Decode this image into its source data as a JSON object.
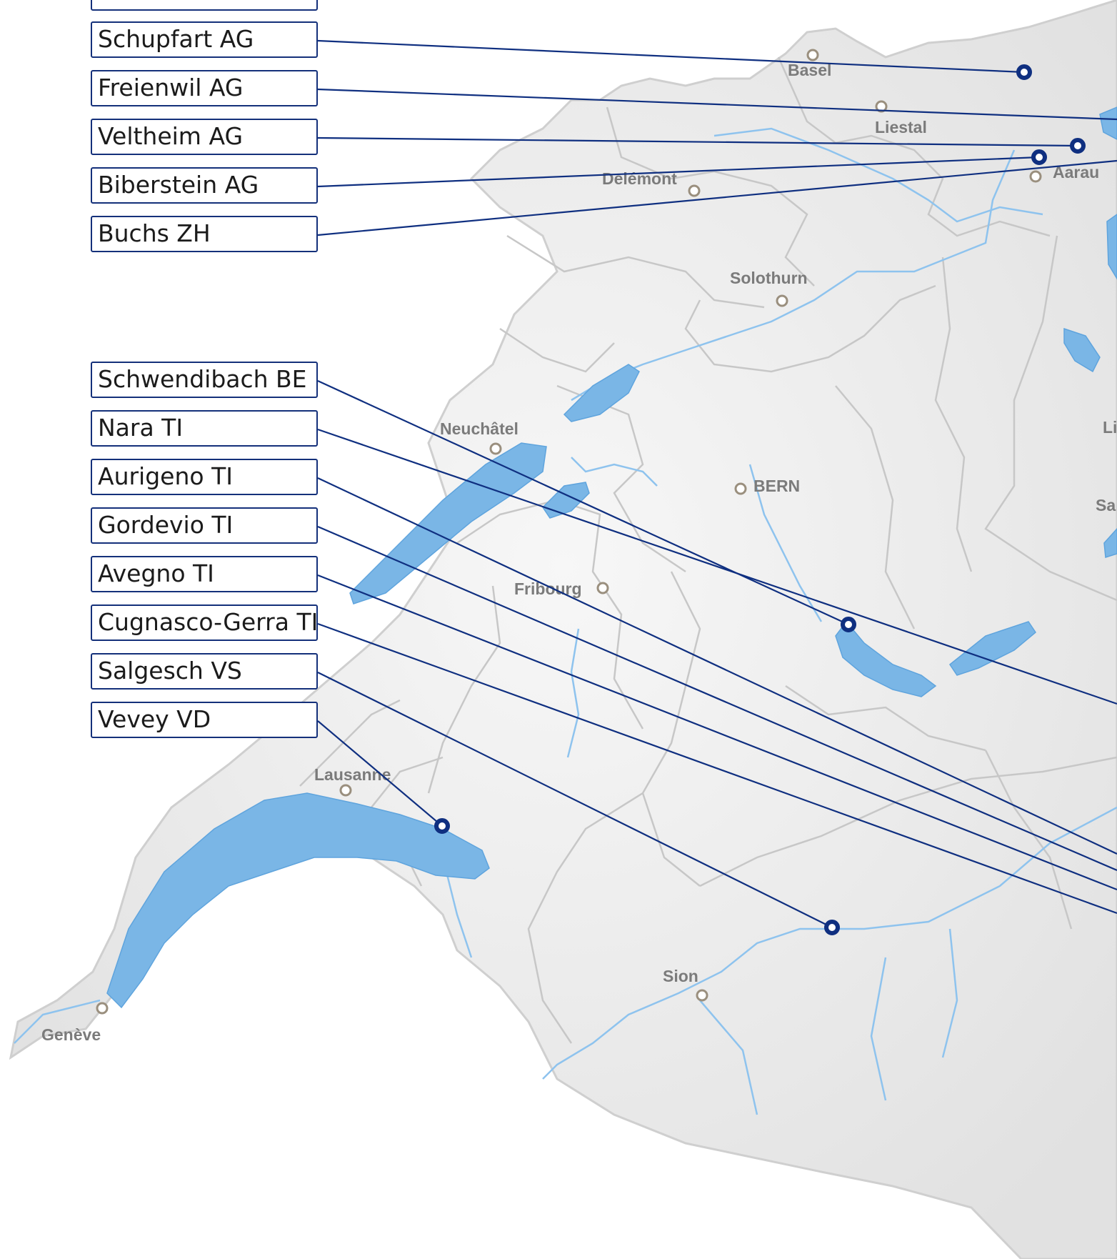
{
  "map": {
    "cities": [
      {
        "name": "Basel"
      },
      {
        "name": "Liestal"
      },
      {
        "name": "Delémont"
      },
      {
        "name": "Aarau"
      },
      {
        "name": "Solothurn"
      },
      {
        "name": "Neuchâtel"
      },
      {
        "name": "BERN"
      },
      {
        "name": "Fribourg"
      },
      {
        "name": "Lausanne"
      },
      {
        "name": "Sion"
      },
      {
        "name": "Genève"
      },
      {
        "name": "Li"
      },
      {
        "name": "Sa"
      }
    ]
  },
  "locations": [
    {
      "name": "Schupfart AG"
    },
    {
      "name": "Freienwil AG"
    },
    {
      "name": "Veltheim AG"
    },
    {
      "name": "Biberstein AG"
    },
    {
      "name": "Buchs ZH"
    },
    {
      "name": "Schwendibach BE"
    },
    {
      "name": "Nara TI"
    },
    {
      "name": "Aurigeno TI"
    },
    {
      "name": "Gordevio TI"
    },
    {
      "name": "Avegno TI"
    },
    {
      "name": "Cugnasco-Gerra TI"
    },
    {
      "name": "Salgesch VS"
    },
    {
      "name": "Vevey VD"
    }
  ],
  "colors": {
    "accent": "#0f2f80",
    "lake": "#7ab6e6",
    "land": "#ececec",
    "border": "#c9c9c9"
  }
}
